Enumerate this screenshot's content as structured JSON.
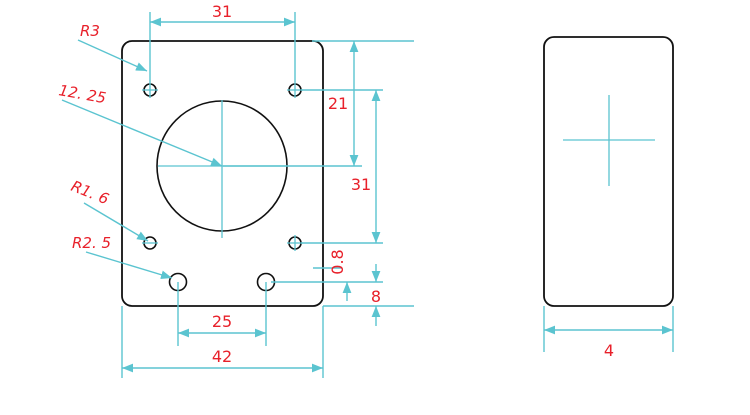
{
  "front_view": {
    "dims": {
      "top_width": "31",
      "right_upper": "21",
      "right_lower": "31",
      "slot_offset": "0.8",
      "slot_height": "8",
      "slot_spacing": "25",
      "total_width": "42"
    },
    "callouts": {
      "corner_radius": "R3",
      "bore_diameter": "12. 25",
      "hole_radius": "R1. 6",
      "slot_radius": "R2. 5"
    }
  },
  "side_view": {
    "dims": {
      "thickness": "4"
    }
  },
  "colors": {
    "dimension_lines": "#5bc4d0",
    "dimension_text": "#e8202a",
    "outline": "#111111"
  }
}
